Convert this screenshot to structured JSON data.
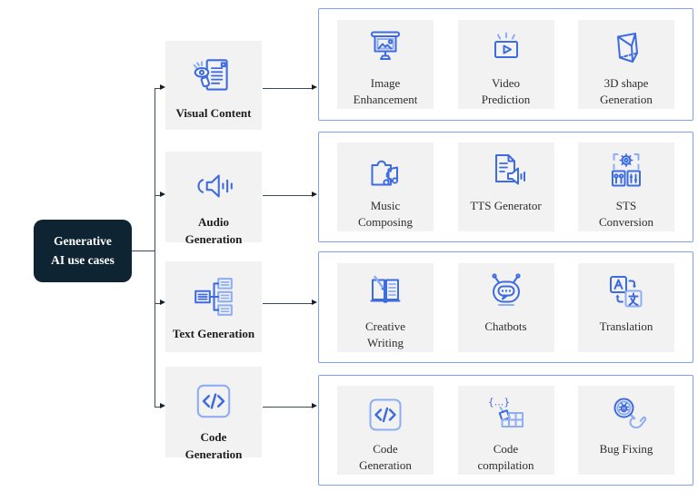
{
  "title": "Generative AI use cases diagram",
  "colors": {
    "root_bg": "#0e2433",
    "root_text": "#ffffff",
    "panel_bg": "#f2f2f3",
    "group_border": "#7fa2f0",
    "icon_primary": "#3d6be0",
    "icon_light": "#8fadf2",
    "connector": "#3c4856",
    "label_text": "#2d2d2d"
  },
  "root": {
    "line1": "Generative",
    "line2": "AI use cases"
  },
  "categories": [
    {
      "label": "Visual Content",
      "icon": "visual-content-icon"
    },
    {
      "label": "Audio Generation",
      "icon": "audio-generation-icon"
    },
    {
      "label": "Text Generation",
      "icon": "text-generation-icon"
    },
    {
      "label": "Code Generation",
      "icon": "code-generation-icon"
    }
  ],
  "groups": [
    {
      "category": "Visual Content",
      "items": [
        {
          "label": "Image Enhancement",
          "icon": "image-enhancement-icon"
        },
        {
          "label": "Video Prediction",
          "icon": "video-prediction-icon"
        },
        {
          "label": "3D shape Generation",
          "icon": "3d-shape-generation-icon"
        }
      ]
    },
    {
      "category": "Audio Generation",
      "items": [
        {
          "label": "Music Composing",
          "icon": "music-composing-icon"
        },
        {
          "label": "TTS Generator",
          "icon": "tts-generator-icon"
        },
        {
          "label": "STS Conversion",
          "icon": "sts-conversion-icon"
        }
      ]
    },
    {
      "category": "Text Generation",
      "items": [
        {
          "label": "Creative Writing",
          "icon": "creative-writing-icon"
        },
        {
          "label": "Chatbots",
          "icon": "chatbots-icon"
        },
        {
          "label": "Translation",
          "icon": "translation-icon"
        }
      ]
    },
    {
      "category": "Code Generation",
      "items": [
        {
          "label": "Code Generation",
          "icon": "code-generation-icon"
        },
        {
          "label": "Code compilation",
          "icon": "code-compilation-icon"
        },
        {
          "label": "Bug Fixing",
          "icon": "bug-fixing-icon"
        }
      ]
    }
  ]
}
